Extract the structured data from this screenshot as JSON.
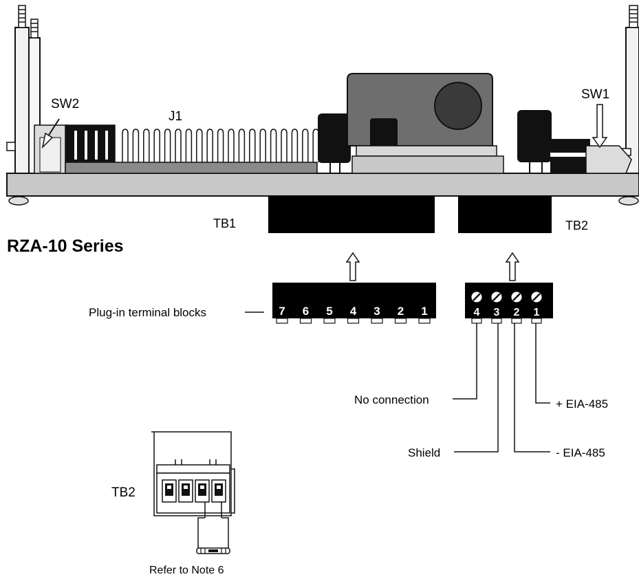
{
  "board": {
    "sw2": "SW2",
    "j1": "J1",
    "sw1": "SW1",
    "tb1": "TB1",
    "tb2": "TB2"
  },
  "series_title": "RZA-10 Series",
  "plug_in_label": "Plug-in terminal blocks",
  "tb1_pins": [
    "7",
    "6",
    "5",
    "4",
    "3",
    "2",
    "1"
  ],
  "tb2_pins": [
    "4",
    "3",
    "2",
    "1"
  ],
  "tb2_wiring": {
    "pin4": "No connection",
    "pin3": "Shield",
    "pin2": "- EIA-485",
    "pin1": "+ EIA-485"
  },
  "detail": {
    "label": "TB2",
    "note": "Refer to Note 6"
  },
  "colors": {
    "ink": "#111111",
    "board": "#c8c8c8",
    "light": "#dcdcdc",
    "regulator": "#6e6e6e",
    "connector": "#000000"
  }
}
